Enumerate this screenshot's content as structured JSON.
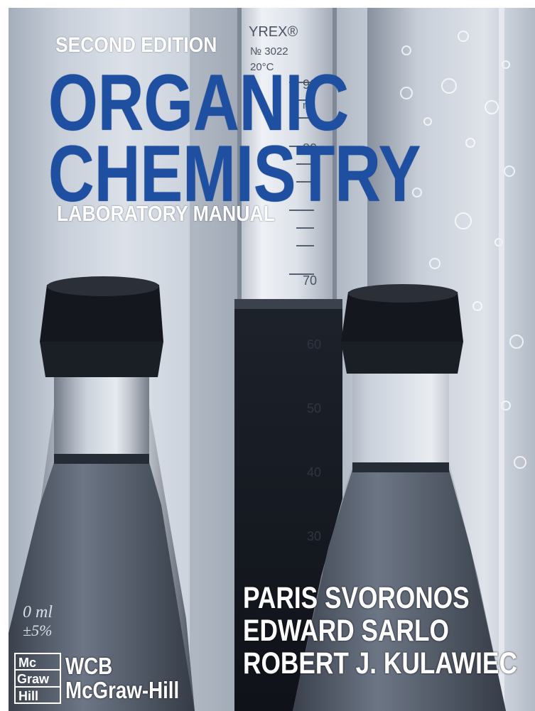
{
  "cover": {
    "edition": "SECOND EDITION",
    "title_line_1": "ORGANIC",
    "title_line_2": "CHEMISTRY",
    "subtitle": "LABORATORY MANUAL",
    "authors": [
      "PARIS SVORONOS",
      "EDWARD SARLO",
      "ROBERT J. KULAWIEC"
    ],
    "publisher_line_1": "WCB",
    "publisher_line_2": "McGraw-Hill",
    "logo_text": [
      "Mc",
      "Graw",
      "Hill"
    ],
    "title_color": "#1f4fa0"
  },
  "photo": {
    "cylinder_brand": "YREX®",
    "cylinder_model": "№ 3022",
    "cylinder_temp": "20°C",
    "cylinder_unit": "ml",
    "cylinder_marks": [
      "90",
      "80",
      "70",
      "60",
      "50",
      "40",
      "30"
    ],
    "flask_left_marks": [
      "0 ml",
      "±5%"
    ]
  }
}
